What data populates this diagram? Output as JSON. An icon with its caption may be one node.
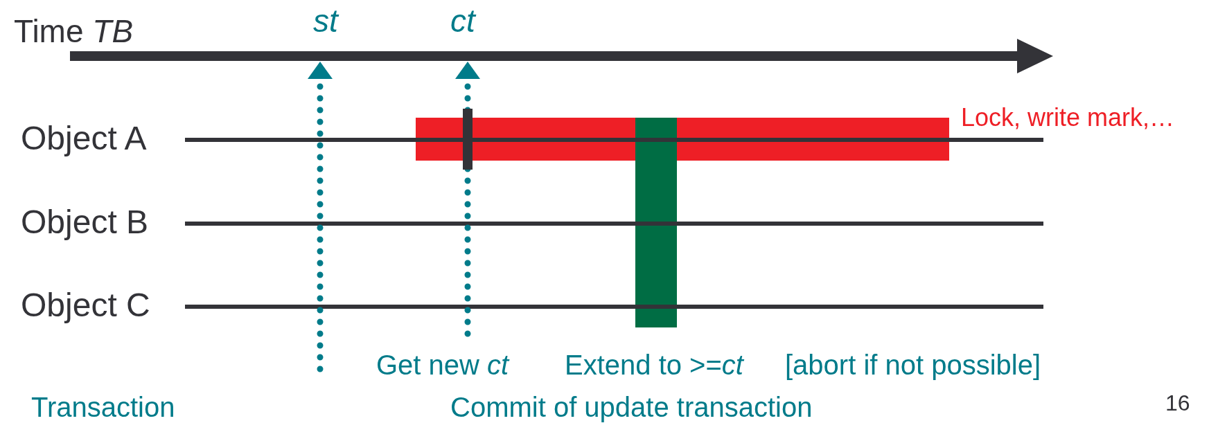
{
  "diagram": {
    "nodes": [
      {
        "text": [],
        "shape": "bar"
      },
      {
        "text": [],
        "shape": "bar"
      },
      {
        "text": [],
        "shape": "bar"
      }
    ],
    "labels": [
      "Time *TB*",
      "st",
      "ct",
      "Object A",
      "Lock, write mark,…",
      "Object B",
      "Object C",
      "Get new *ct*",
      "Extend to >=*ct*",
      "[abort if not possible]",
      "Transaction",
      "Commit of update transaction",
      "16"
    ]
  }
}
